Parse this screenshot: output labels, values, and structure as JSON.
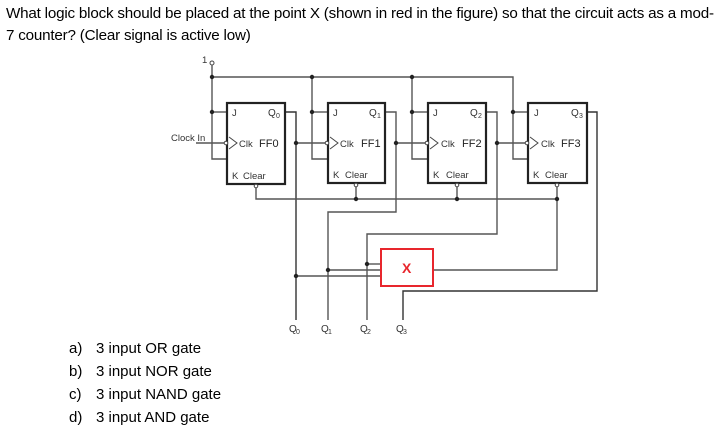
{
  "question": {
    "text": "What logic block should be placed at the point X (shown in red in the figure) so that the circuit acts as a mod-7 counter? (Clear signal is active low)"
  },
  "circuit": {
    "supply_label": "1",
    "clock_label": "Clock In",
    "flip_flops": [
      {
        "name": "FF0",
        "j": "J",
        "k": "K",
        "clk": "Clk",
        "clear": "Clear",
        "q": "Q",
        "q_sub": "0"
      },
      {
        "name": "FF1",
        "j": "J",
        "k": "K",
        "clk": "Clk",
        "clear": "Clear",
        "q": "Q",
        "q_sub": "1"
      },
      {
        "name": "FF2",
        "j": "J",
        "k": "K",
        "clk": "Clk",
        "clear": "Clear",
        "q": "Q",
        "q_sub": "2"
      },
      {
        "name": "FF3",
        "j": "J",
        "k": "K",
        "clk": "Clk",
        "clear": "Clear",
        "q": "Q",
        "q_sub": "3"
      }
    ],
    "outputs": [
      {
        "q": "Q",
        "sub": "0"
      },
      {
        "q": "Q",
        "sub": "1"
      },
      {
        "q": "Q",
        "sub": "2"
      },
      {
        "q": "Q",
        "sub": "3"
      }
    ],
    "unknown_block_label": "X",
    "unknown_block_color": "#e8262d"
  },
  "options": [
    {
      "letter": "a)",
      "text": "3 input OR gate"
    },
    {
      "letter": "b)",
      "text": "3 input NOR gate"
    },
    {
      "letter": "c)",
      "text": "3 input NAND gate"
    },
    {
      "letter": "d)",
      "text": "3 input AND gate"
    }
  ]
}
